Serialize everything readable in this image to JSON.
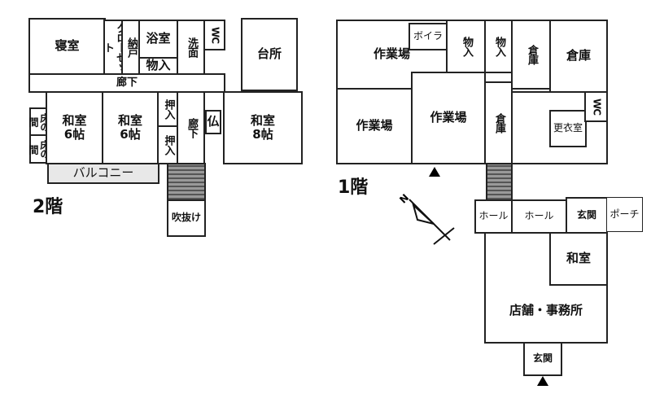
{
  "floor2": {
    "label": "2階",
    "rooms": {
      "bedroom": "寝室",
      "closet": "クローゼット",
      "storeroom": "納戸",
      "bath": "浴室",
      "storage": "物入",
      "washroom": "洗面",
      "wc": "WC",
      "kitchen": "台所",
      "hall_h": "廊下",
      "washitsu1": "和室\n6帖",
      "washitsu2": "和室\n6帖",
      "tokonoma1": "床の間",
      "tokonoma2": "床の間",
      "oshiire1": "押入",
      "oshiire2": "押入",
      "hall_v": "廊下",
      "butsuma": "仏",
      "washitsu8": "和室\n8帖",
      "balcony": "バルコニー",
      "void": "吹抜け"
    }
  },
  "floor1": {
    "label": "1階",
    "rooms": {
      "workshop1": "作業場",
      "boiler": "ボイラ",
      "storage1": "物入",
      "storage2": "物入",
      "warehouse1": "倉庫",
      "warehouse2": "倉庫",
      "workshop2": "作業場",
      "workshop3": "作業場",
      "warehouse3": "倉庫",
      "changing": "更衣室",
      "wc": "WC",
      "hall1": "ホール",
      "hall2": "ホール",
      "entrance1": "玄関",
      "porch": "ポーチ",
      "washitsu": "和室",
      "shop_office": "店舗・事務所",
      "entrance2": "玄関"
    }
  }
}
